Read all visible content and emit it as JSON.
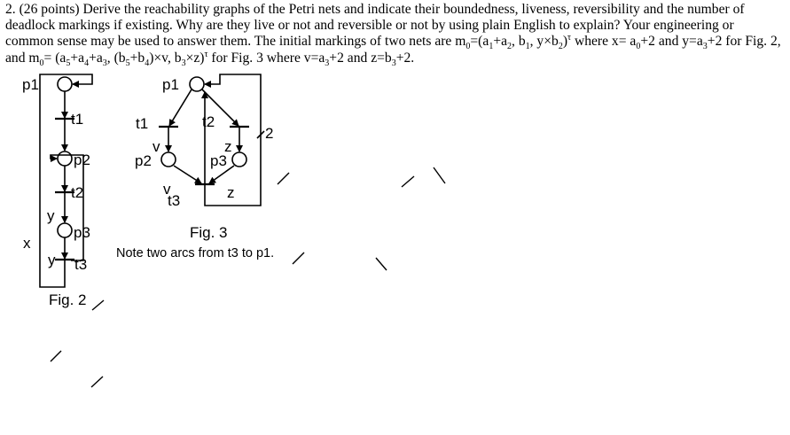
{
  "question": {
    "t1": "2. (26 points) Derive the reachability graphs of the Petri nets and indicate their boundedness, liveness, reversibility and the number of deadlock markings if existing. Why are they live or not and reversible or not by using plain English to explain? Your engineering or common sense may be used to answer them. The initial markings of two nets are m",
    "s0a": "0",
    "t2": "=(a",
    "s1": "1",
    "t3": "+a",
    "s2": "2",
    "t4": ", b",
    "s3": "1",
    "t5": ", y×b",
    "s4": "2",
    "t6": ")",
    "sp1": "τ",
    "t7": " where x= a",
    "s5": "0",
    "t8": "+2 and y=a",
    "s6": "3",
    "t9": "+2 for Fig. 2, and m",
    "s0b": "0",
    "t10": "= (a",
    "s7": "5",
    "t11": "+a",
    "s8": "4",
    "t12": "+a",
    "s9": "3",
    "t13": ", (b",
    "s10": "5",
    "t14": "+b",
    "s11": "4",
    "t15": ")×v, b",
    "s12": "3",
    "t16": "×z)",
    "sp2": "τ",
    "t17": " for Fig. 3 where v=a",
    "s13": "3",
    "t18": "+2 and z=b",
    "s14": "3",
    "t19": "+2."
  },
  "fig2": {
    "places": [
      "p1",
      "p2",
      "p3"
    ],
    "transitions": [
      "t1",
      "t2",
      "t3"
    ],
    "weights": {
      "y_in": "y",
      "x": "x",
      "y_out": "y"
    },
    "caption": "Fig. 2"
  },
  "fig3": {
    "places": [
      "p1",
      "p2",
      "p3"
    ],
    "transitions": [
      "t1",
      "t2",
      "t3"
    ],
    "weights": {
      "v_in": "v",
      "z_in": "z",
      "v_out": "v",
      "z_out": "z",
      "two": "2"
    },
    "caption": "Fig. 3",
    "note": "Note two arcs from t3 to p1."
  }
}
